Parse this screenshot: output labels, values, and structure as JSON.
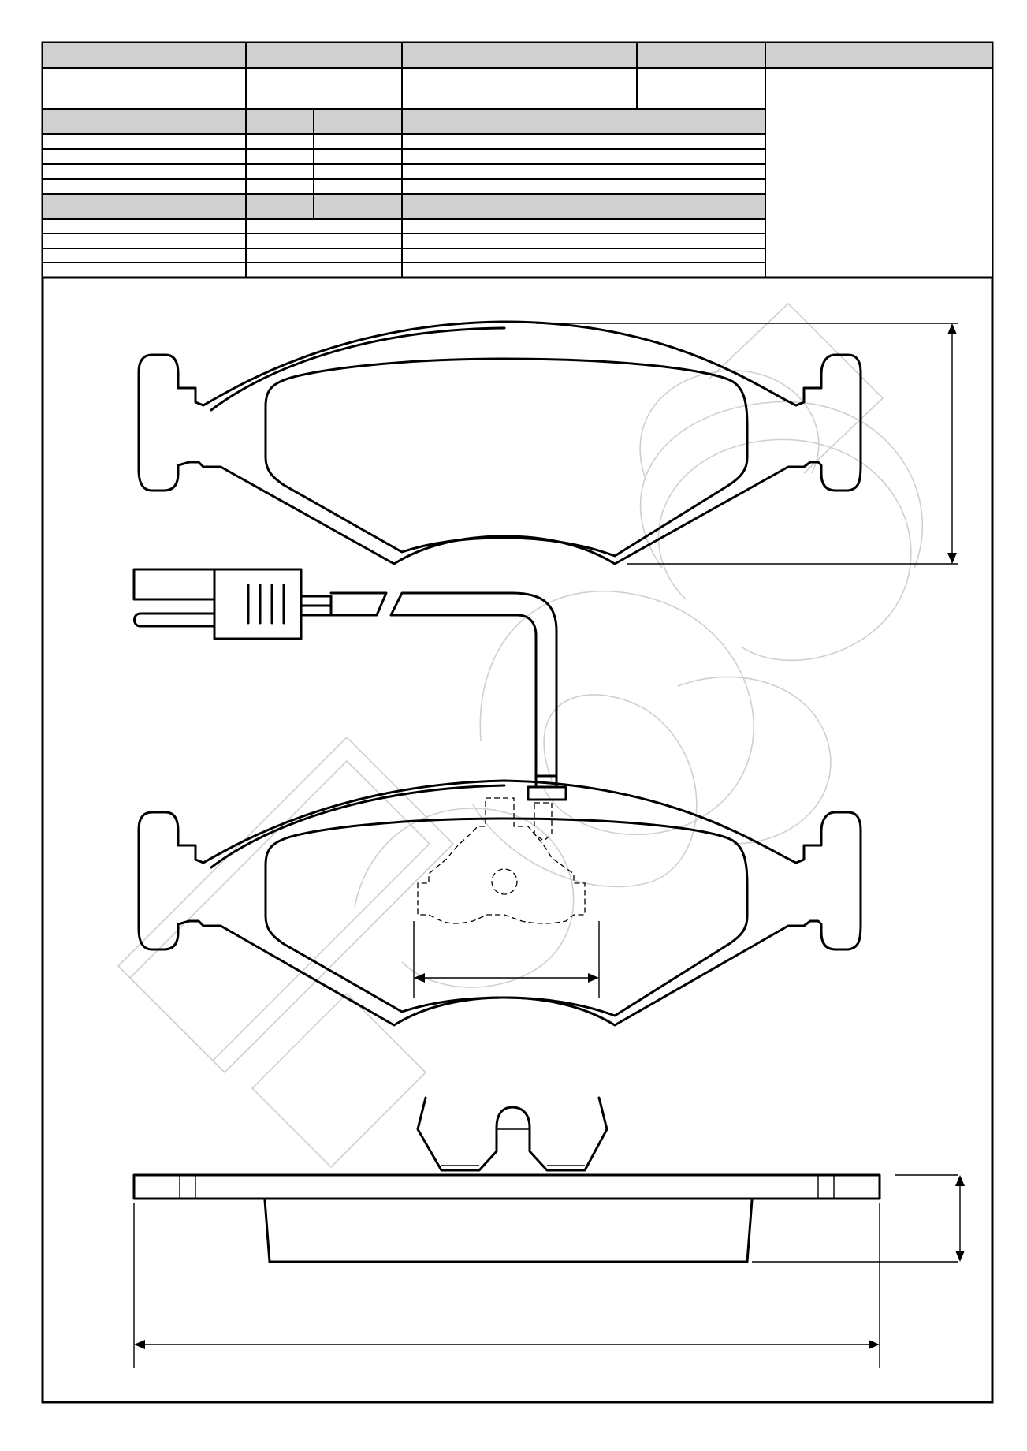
{
  "drawing": {
    "title_block": {
      "header_labels": [
        "",
        "",
        "",
        "",
        ""
      ],
      "header_values": [
        "",
        "",
        "",
        ""
      ],
      "group_a_headers": [
        "",
        "",
        "",
        ""
      ],
      "group_b_headers": [
        "",
        "",
        "",
        ""
      ]
    },
    "views": [
      "pad-front-view",
      "pad-with-wear-sensor-view",
      "pad-side-view"
    ],
    "watermark_present": true
  },
  "colors": {
    "line": "#000000",
    "header_fill": "#d0d0d0",
    "watermark": "#cfcfcf",
    "background": "#ffffff"
  }
}
